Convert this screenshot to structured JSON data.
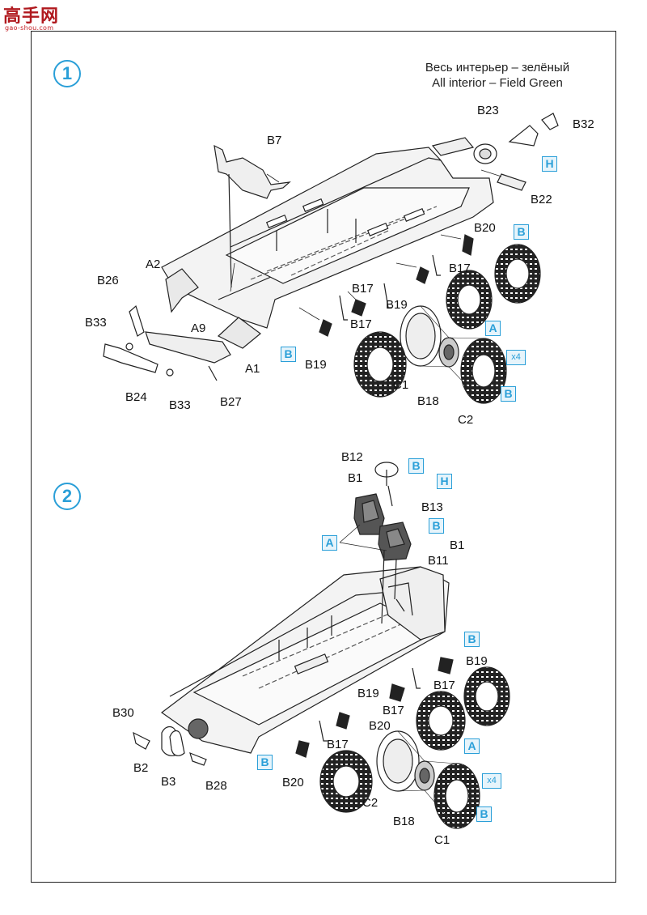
{
  "watermark": {
    "name": "高手网",
    "url": "gao-shou.com"
  },
  "note": {
    "line_ru": "Весь интерьер – зелёный",
    "line_en": "All interior – Field Green"
  },
  "colors": {
    "accent": "#2a9fd8",
    "badge_fill": "#e6f4fb",
    "watermark": "#b0191e"
  },
  "steps": [
    {
      "number": "1",
      "labels": {
        "B7": "B7",
        "B23": "B23",
        "B32": "B32",
        "B22": "B22",
        "A2": "A2",
        "B26": "B26",
        "B33a": "B33",
        "A9": "A9",
        "A1": "A1",
        "B24": "B24",
        "B33b": "B33",
        "B27": "B27",
        "B20": "B20",
        "B17a": "B17",
        "B17b": "B17",
        "B19a": "B19",
        "B17c": "B17",
        "B19b": "B19",
        "C1": "C1",
        "B18": "B18",
        "C2": "C2"
      },
      "badges": {
        "H": "H",
        "B1": "B",
        "B2": "B",
        "A": "A",
        "B3": "B",
        "x4": "x4"
      }
    },
    {
      "number": "2",
      "labels": {
        "B12": "B12",
        "B1a": "B1",
        "B13": "B13",
        "B1b": "B1",
        "B11": "B11",
        "B19a": "B19",
        "B17a": "B17",
        "B19b": "B19",
        "B17b": "B17",
        "B20a": "B20",
        "B30": "B30",
        "B2": "B2",
        "B3": "B3",
        "B28": "B28",
        "B17c": "B17",
        "B20b": "B20",
        "C2": "C2",
        "B18": "B18",
        "C1": "C1"
      },
      "badges": {
        "B1": "B",
        "H": "H",
        "B2": "B",
        "A1": "A",
        "B3": "B",
        "A2": "A",
        "B4": "B",
        "B5": "B",
        "x4": "x4"
      }
    }
  ]
}
